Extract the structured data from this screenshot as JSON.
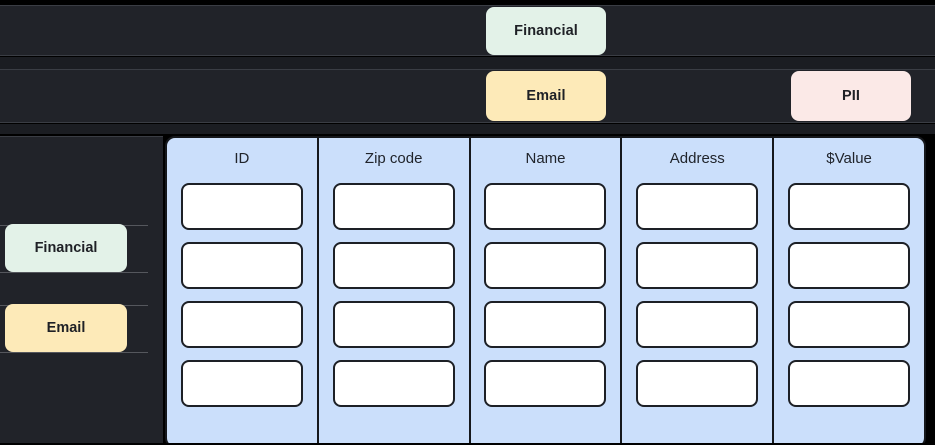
{
  "background": {
    "page_color": "#000000",
    "row_color": "#212329",
    "divider_color": "#3a3d44"
  },
  "palette": {
    "financial": "#e3f2e8",
    "email": "#fdeab8",
    "pii": "#fbe9e7",
    "column": "#cbdffb",
    "cell": "#ffffff",
    "outline": "#16181c",
    "text": "#1f2126"
  },
  "top_tags": {
    "row1": [
      {
        "label": "Financial",
        "color": "#e3f2e8"
      }
    ],
    "row2": [
      {
        "label": "Email",
        "color": "#fdeab8"
      },
      {
        "label": "PII",
        "color": "#fbe9e7"
      }
    ]
  },
  "sidebar": {
    "items": [
      {
        "label": "Financial",
        "color": "#e3f2e8"
      },
      {
        "label": "Email",
        "color": "#fdeab8"
      }
    ]
  },
  "table": {
    "columns": [
      {
        "header": "ID"
      },
      {
        "header": "Zip code"
      },
      {
        "header": "Name"
      },
      {
        "header": "Address"
      },
      {
        "header": "$Value"
      }
    ],
    "row_count": 4,
    "cells": [
      [
        "",
        "",
        "",
        "",
        ""
      ],
      [
        "",
        "",
        "",
        "",
        ""
      ],
      [
        "",
        "",
        "",
        "",
        ""
      ],
      [
        "",
        "",
        "",
        "",
        ""
      ]
    ]
  }
}
